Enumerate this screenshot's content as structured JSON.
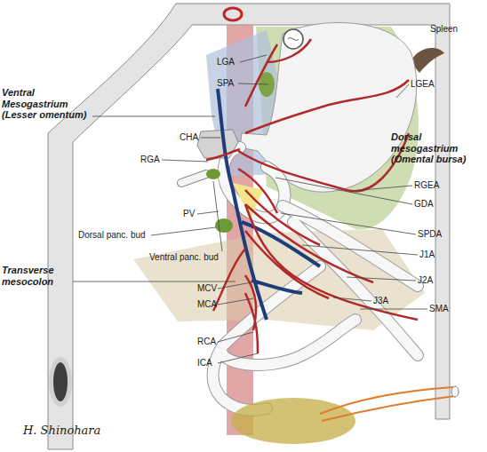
{
  "diagram": {
    "labels": [
      "LGA",
      "SPA",
      "Ventral Mesogastrium (Lesser omentum)",
      "Spleen",
      "LGEA",
      "Dorsal mesogastrium (Omental bursa)",
      "CHA",
      "RGA",
      "RGEA",
      "GDA",
      "PV",
      "SPDA",
      "Dorsal panc. bud",
      "J1A",
      "Ventral panc. bud",
      "Transverse mesocolon",
      "J2A",
      "J3A",
      "MCV",
      "MCA",
      "SMA",
      "RCA",
      "ICA",
      "H. Shinohara"
    ]
  }
}
